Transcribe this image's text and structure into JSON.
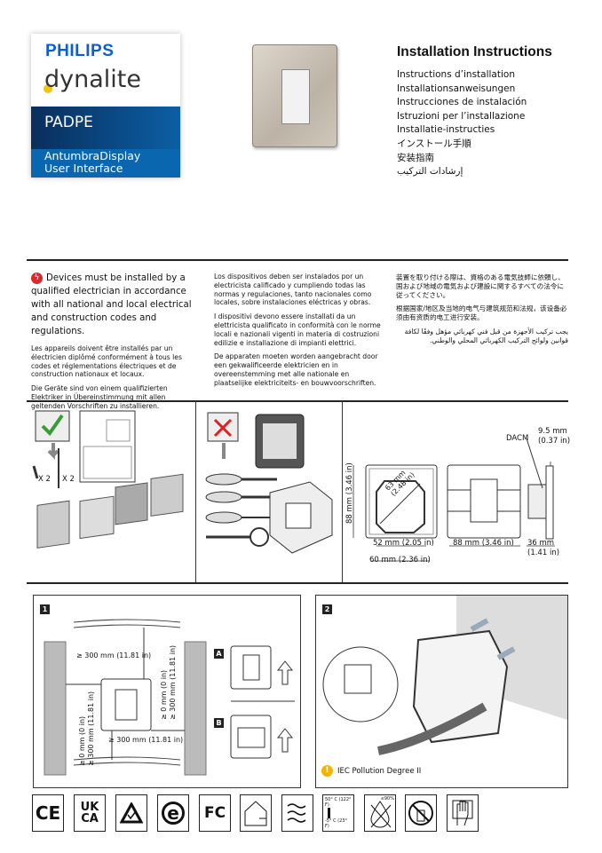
{
  "brand": {
    "company": "PHILIPS",
    "product_line": "dynalite",
    "model": "PADPE",
    "product_name_1": "AntumbraDisplay",
    "product_name_2": "User Interface",
    "accent": "#0b66b0"
  },
  "titles": {
    "main": "Installation Instructions",
    "translations": [
      "Instructions d’installation",
      "Installationsanweisungen",
      "Instrucciones de instalación",
      "Istruzioni per l’installazione",
      "Installatie-instructies",
      "インストール手順",
      "安装指南",
      "إرشادات التركيب"
    ]
  },
  "safety": {
    "en": "Devices must be installed by a qualified electrician in accordance with all national and local electrical and construction codes and regulations.",
    "fr": "Les appareils doivent être installés par un électricien diplômé conformément à tous les codes et réglementations électriques et de construction nationaux et locaux.",
    "de": "Die Geräte sind von einem qualifizierten Elektriker in Übereinstimmung mit allen geltenden Vorschriften zu installieren.",
    "es": "Los dispositivos deben ser instalados por un electricista calificado y cumpliendo todas las normas y regulaciones, tanto nacionales como locales, sobre instalaciones eléctricas y obras.",
    "it": "I dispositivi devono essere installati da un elettricista qualificato in conformità con le norme locali e nazionali vigenti in materia di costruzioni edilizie e installazione di impianti elettrici.",
    "nl": "De apparaten moeten worden aangebracht door een gekwalificeerde elektricien en in overeenstemming met alle nationale en plaatselijke elektriciteits- en bouwvoorschriften.",
    "ja": "装置を取り付ける際は、資格のある電気技師に依頼し、国および地域の電気および建設に関するすべての法令に従ってください。",
    "zh": "根据国家/地区及当地的电气与建筑规范和法规，该设备必须由有资质的电工进行安装。",
    "ar": "يجب تركيب الأجهزة من قبل فني كهربائي مؤهل وفقًا لكافة قوانين ولوائح التركيب الكهربائي المحلي والوطني.",
    "warning_icon": "electric-hazard-icon",
    "warning_color": "#e0262b"
  },
  "contents": {
    "screws_qty": "X 2",
    "anchors_qty": "X 2"
  },
  "dimensions": {
    "height": "88 mm (3.46 in)",
    "diagonal_1": "63 mm",
    "diagonal_2": "(2.48 in)",
    "inner_width": "52 mm (2.05 in)",
    "outer_width": "60 mm (2.36 in)",
    "front_width": "88 mm (3.46 in)",
    "depth": "36 mm",
    "depth_in": "(1.41 in)",
    "plate": "9.5 mm",
    "plate_in": "(0.37 in)",
    "module": "DACM"
  },
  "step1": {
    "number": "1",
    "clear_top": "≥ 300 mm (11.81 in)",
    "clear_bottom": "≥ 300 mm (11.81 in)",
    "clear_left_a": "≥ 0 mm (0 in)",
    "clear_left_b": "≥ 300 mm (11.81 in)",
    "clear_right_a": "≥ 0 mm (0 in)",
    "clear_right_b": "≥ 300 mm (11.81 in)",
    "option_a": "A",
    "option_b": "B"
  },
  "step2": {
    "number": "2",
    "pollution": "IEC Pollution Degree II",
    "note_icon": "exclamation-icon",
    "note_color": "#f3b400"
  },
  "compliance": {
    "ce": "CE",
    "ukca_1": "UK",
    "ukca_2": "CA",
    "rcm": "rcm-icon",
    "china_rohs": "e",
    "fcc": "FC",
    "indoor": "indoor-use-icon",
    "airflow": "airflow-icon",
    "temp_high": "50° C (122° F)",
    "temp_low": "-5° C (23° F)",
    "humidity": "≤90%",
    "no_spray": "no-spray-icon",
    "gloves": "wear-gloves-icon"
  }
}
